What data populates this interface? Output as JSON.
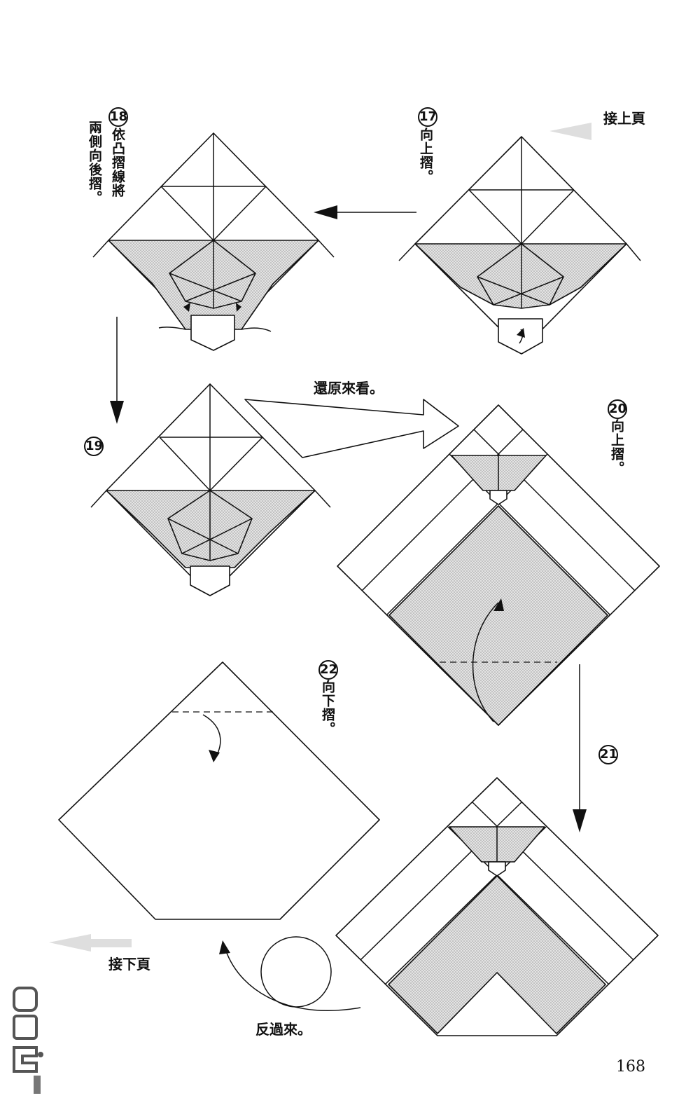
{
  "header": {
    "continued_from": "接上頁"
  },
  "footer": {
    "continued_to": "接下頁",
    "page_number": "168"
  },
  "steps": [
    {
      "number": "17",
      "text": "向上摺。"
    },
    {
      "number": "18",
      "text": "依凸摺線將",
      "text2": "兩側向後摺。"
    },
    {
      "number": "19",
      "text": ""
    },
    {
      "number": "20",
      "text": "向上摺。"
    },
    {
      "number": "21",
      "text": ""
    },
    {
      "number": "22",
      "text": "向下摺。"
    }
  ],
  "notes": {
    "unfold_view": "還原來看。",
    "turn_over": "反過來。"
  },
  "colors": {
    "line": "#111111",
    "shade": "#d0d0d0",
    "ghost_arrow": "#dedede"
  }
}
